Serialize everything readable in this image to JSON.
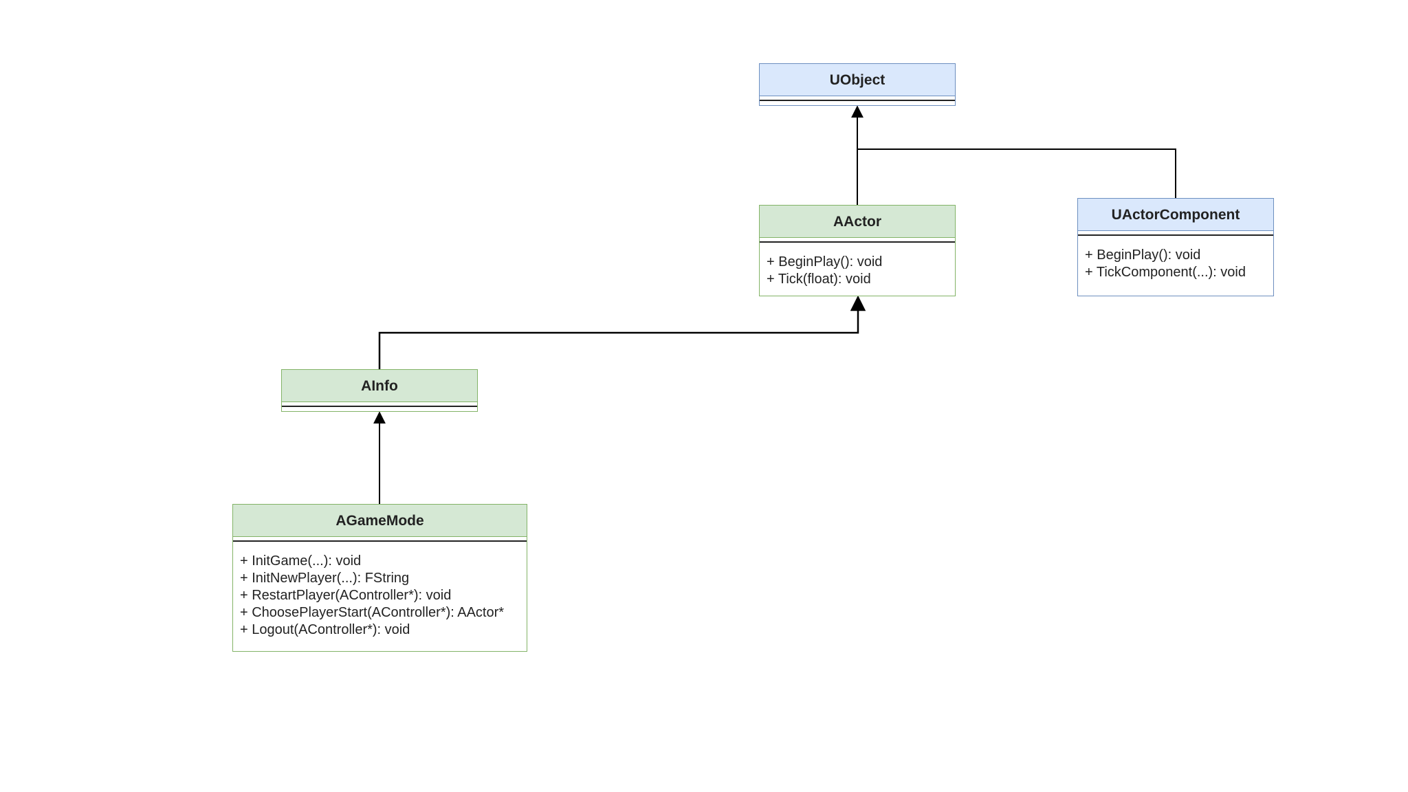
{
  "classes": {
    "uobject": {
      "name": "UObject",
      "methods": []
    },
    "aactor": {
      "name": "AActor",
      "methods": [
        "+ BeginPlay(): void",
        "+ Tick(float): void"
      ]
    },
    "uactorcomponent": {
      "name": "UActorComponent",
      "methods": [
        "+ BeginPlay(): void",
        "+ TickComponent(...): void"
      ]
    },
    "ainfo": {
      "name": "AInfo",
      "methods": []
    },
    "agamemode": {
      "name": "AGameMode",
      "methods": [
        "+ InitGame(...): void",
        "+ InitNewPlayer(...): FString",
        "+ RestartPlayer(AController*): void",
        "+ ChoosePlayerStart(AController*): AActor*",
        "+ Logout(AController*): void"
      ]
    }
  },
  "relations": [
    {
      "from": "AActor",
      "to": "UObject",
      "type": "inheritance"
    },
    {
      "from": "UActorComponent",
      "to": "UObject",
      "type": "inheritance"
    },
    {
      "from": "AInfo",
      "to": "AActor",
      "type": "inheritance"
    },
    {
      "from": "AGameMode",
      "to": "AInfo",
      "type": "inheritance"
    }
  ],
  "colors": {
    "engine_fill": "#dae8fc",
    "engine_stroke": "#6c8ebf",
    "gameplay_fill": "#d5e8d4",
    "gameplay_stroke": "#82b366",
    "connector": "#000000"
  }
}
